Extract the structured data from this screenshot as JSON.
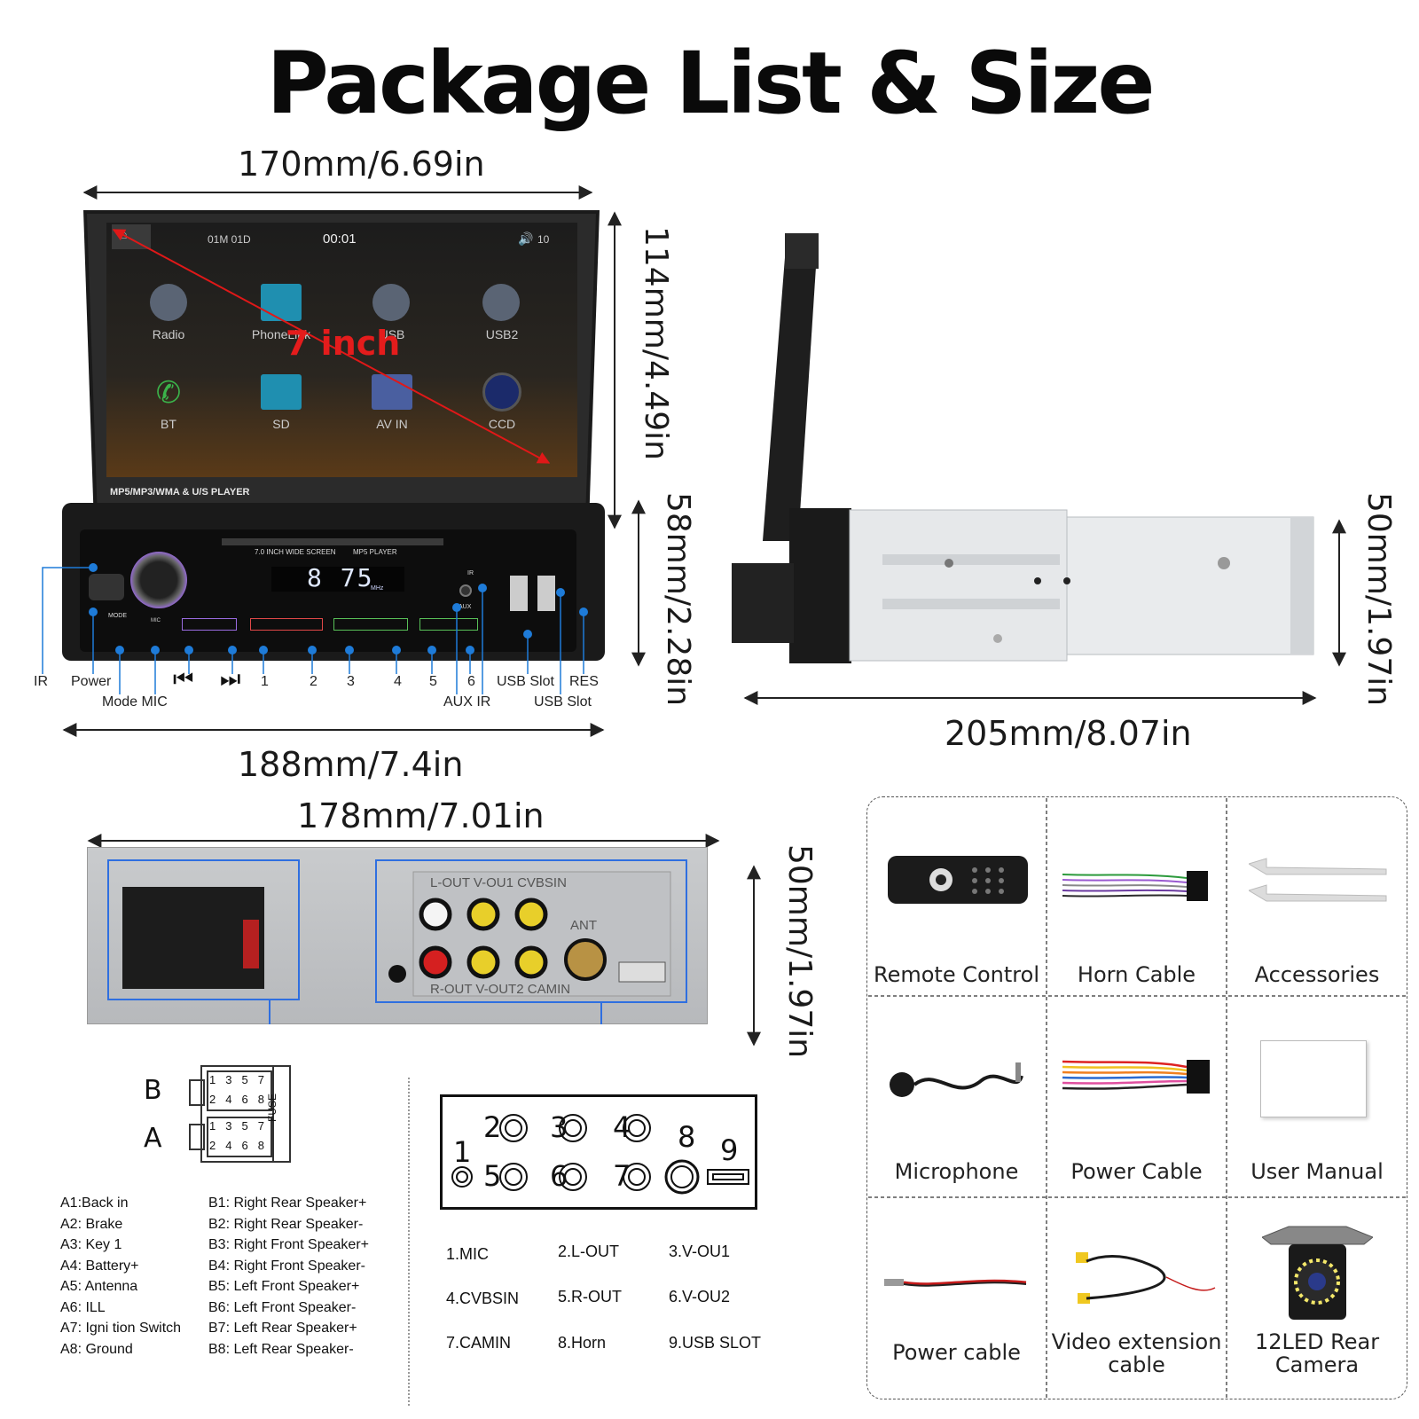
{
  "title": "Package List & Size",
  "dimensions": {
    "top_width": "170mm/6.69in",
    "front_height_total": "114mm/4.49in",
    "front_height_body": "58mm/2.28in",
    "front_width": "188mm/7.4in",
    "side_depth": "205mm/8.07in",
    "side_height": "50mm/1.97in",
    "rear_width": "178mm/7.01in",
    "rear_height": "50mm/1.97in"
  },
  "screen": {
    "status_date": "01M 01D",
    "status_time": "00:01",
    "status_volume": "10",
    "size_label": "7 inch",
    "apps": [
      "Radio",
      "PhoneLink",
      "USB",
      "USB2",
      "BT",
      "SD",
      "AV IN",
      "CCD"
    ],
    "brand_text": "MP5/MP3/WMA & U/S PLAYER"
  },
  "faceplate": {
    "banner_left": "7.0 INCH WIDE SCREEN",
    "banner_right": "MP5 PLAYER",
    "display_freq": "8 75",
    "display_unit": "MHz",
    "mode_label": "MODE",
    "mic_label": "MIC",
    "ir_label": "IR",
    "aux_label": "AUX",
    "preset_keys": [
      "1",
      "2",
      "3",
      "4",
      "5",
      "6"
    ]
  },
  "front_callouts": {
    "ir": "IR",
    "power": "Power",
    "mode_mic": "Mode MIC",
    "prev": "⏮",
    "next": "⏭",
    "n1": "1",
    "n2": "2",
    "n3": "3",
    "n4": "4",
    "n5": "5",
    "n6": "6",
    "usb_slot_1": "USB Slot",
    "res": "RES",
    "aux_ir": "AUX IR",
    "usb_slot_2": "USB Slot"
  },
  "rear_panel": {
    "top_labels": "L-OUT V-OU1 CVBSIN",
    "ant_label": "ANT",
    "bottom_labels": "R-OUT V-OUT2 CAMIN"
  },
  "connector": {
    "row_b": "B",
    "row_a": "A",
    "fuse": "FUSE",
    "pins": [
      "1",
      "3",
      "5",
      "7",
      "2",
      "4",
      "6",
      "8"
    ]
  },
  "wiring_a": [
    "A1:Back    in",
    "A2: Brake",
    "A3: Key 1",
    "A4: Battery+",
    "A5: Antenna",
    "A6: ILL",
    "A7:  Igni tion Switch",
    "A8: Ground"
  ],
  "wiring_b": [
    "B1: Right Rear Speaker+",
    "B2: Right Rear Speaker-",
    "B3: Right Front Speaker+",
    "B4: Right Front Speaker-",
    "B5: Left Front Speaker+",
    "B6: Left Front Speaker-",
    "B7: Left Rear Speaker+",
    "B8: Left Rear Speaker-"
  ],
  "port_diagram": {
    "numbers": [
      "1",
      "2",
      "3",
      "4",
      "5",
      "6",
      "7",
      "8",
      "9"
    ]
  },
  "port_legend": [
    "1.MIC",
    "2.L-OUT",
    "3.V-OU1",
    "4.CVBSIN",
    "5.R-OUT",
    "6.V-OU2",
    "7.CAMIN",
    "8.Horn",
    "9.USB SLOT"
  ],
  "package_items": [
    {
      "label": "Remote Control",
      "icon": "remote-control-icon"
    },
    {
      "label": "Horn Cable",
      "icon": "horn-cable-icon"
    },
    {
      "label": "Accessories",
      "icon": "removal-keys-icon"
    },
    {
      "label": "Microphone",
      "icon": "microphone-icon"
    },
    {
      "label": "Power Cable",
      "icon": "power-harness-icon"
    },
    {
      "label": "User Manual",
      "icon": "user-manual-icon"
    },
    {
      "label": "Power cable",
      "icon": "power-cable-icon"
    },
    {
      "label": "Video extension cable",
      "icon": "video-cable-icon"
    },
    {
      "label": "12LED Rear Camera",
      "icon": "rear-camera-icon"
    }
  ],
  "colors": {
    "callout_blue": "#1e7bd8",
    "highlight_blue": "#2f6fe0",
    "red_arrow": "#e01818",
    "size_label_red": "#e41c1c",
    "screen_bg": "#202020"
  }
}
